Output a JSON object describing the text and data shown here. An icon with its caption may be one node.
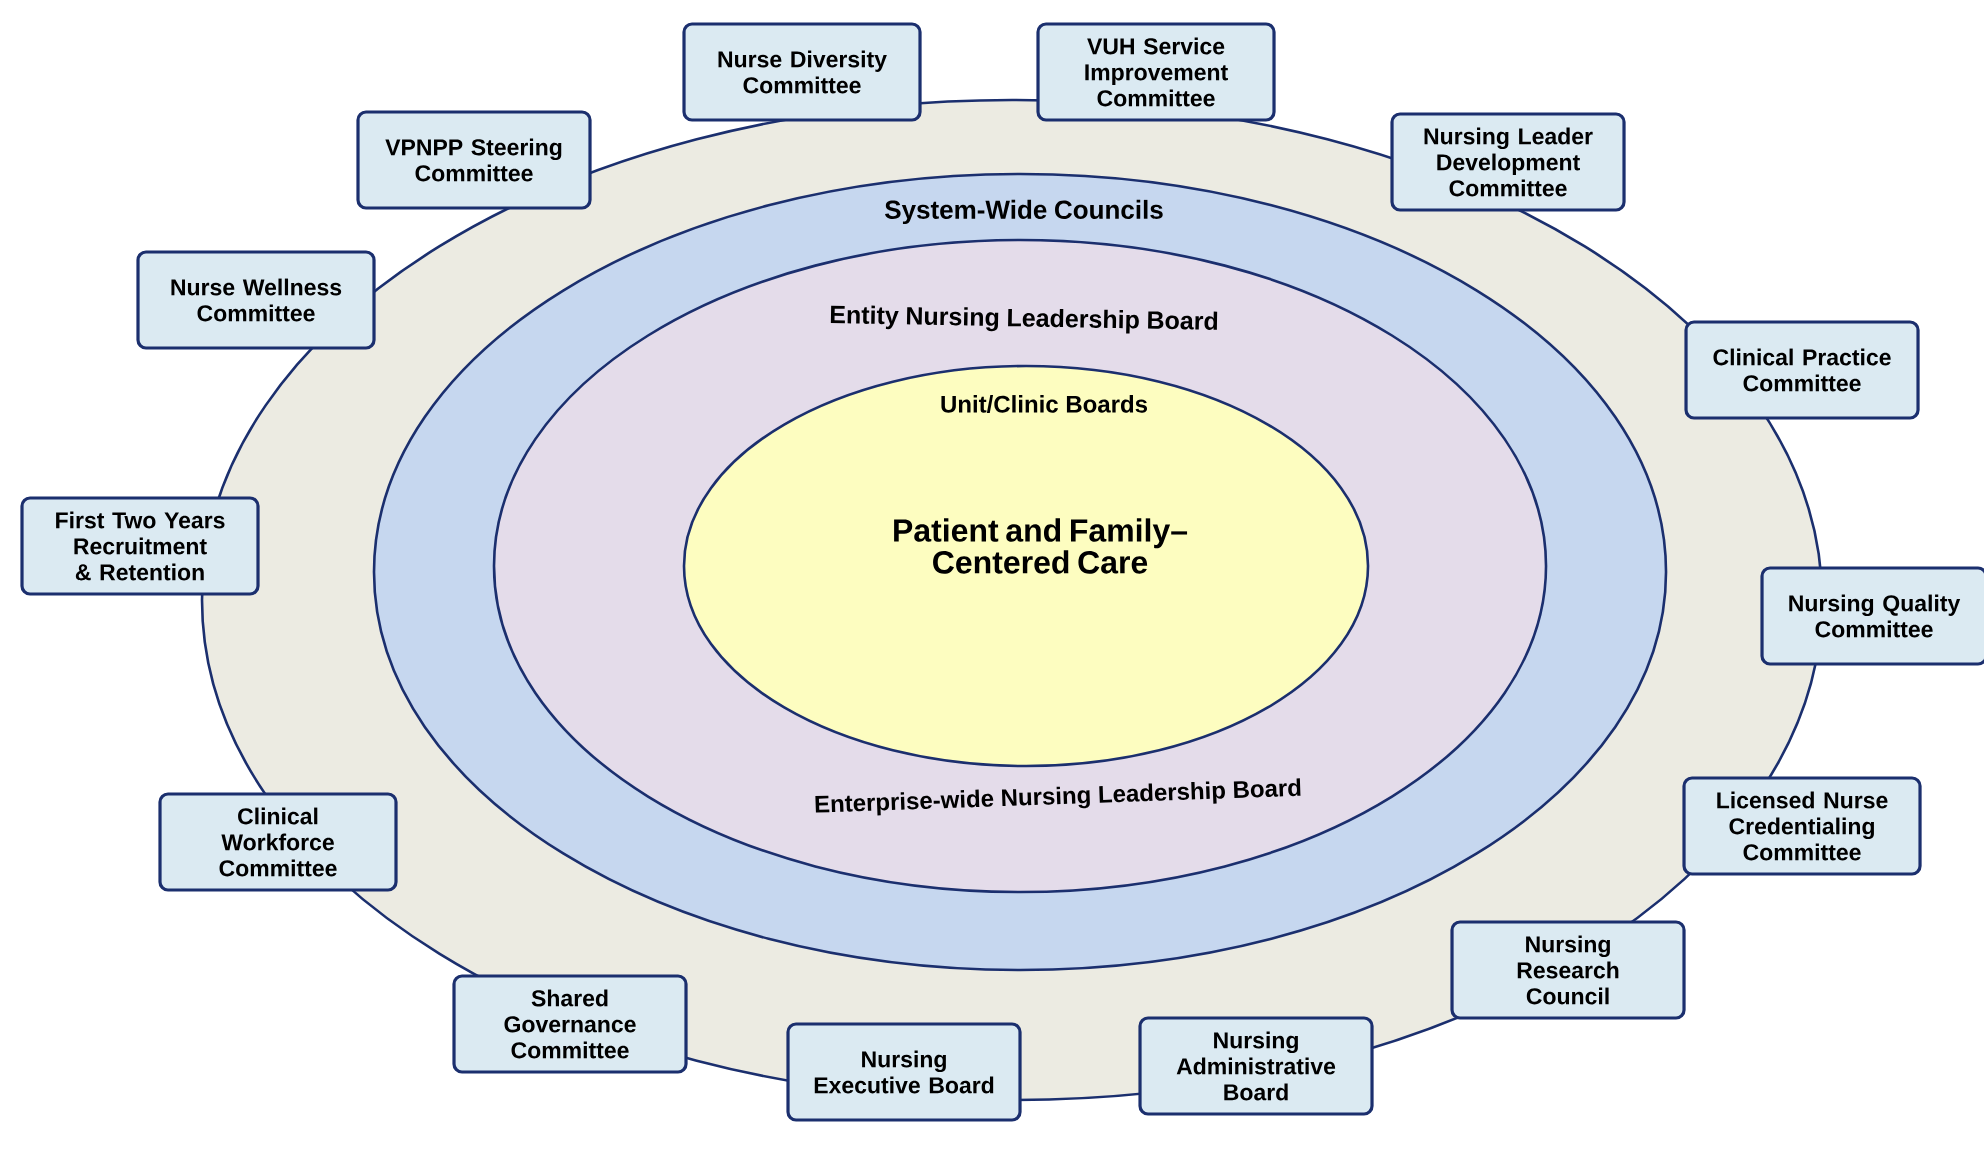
{
  "diagram": {
    "nodes": [
      {
        "text": [],
        "shape": "ellipse"
      },
      {
        "text": [
          "System-Wide Councils"
        ],
        "in": 0
      },
      {
        "text": [
          "Entity Nursing Leadership Board",
          "Enterprise-wide Nursing Leadership Board"
        ],
        "in": 1
      },
      {
        "text": [
          "Unit/Clinic Boards",
          "Patient and Family–Centered Care"
        ],
        "in": 2
      },
      {
        "text": [
          "Nurse Diversity Committee"
        ]
      },
      {
        "text": [
          "VUH Service Improvement Committee"
        ]
      },
      {
        "text": [
          "VPNPP Steering Committee"
        ]
      },
      {
        "text": [
          "Nursing Leader Development Committee"
        ]
      },
      {
        "text": [
          "Nurse Wellness Committee"
        ]
      },
      {
        "text": [
          "Clinical Practice Committee"
        ]
      },
      {
        "text": [
          "First Two Years Recruitment & Retention"
        ]
      },
      {
        "text": [
          "Nursing Quality Committee"
        ]
      },
      {
        "text": [
          "Clinical Workforce Committee"
        ]
      },
      {
        "text": [
          "Licensed Nurse Credentialing Committee"
        ]
      },
      {
        "text": [
          "Nursing Research Council"
        ]
      },
      {
        "text": [
          "Shared Governance Committee"
        ]
      },
      {
        "text": [
          "Nursing Administrative Board"
        ]
      },
      {
        "text": [
          "Nursing Executive Board"
        ]
      }
    ]
  }
}
